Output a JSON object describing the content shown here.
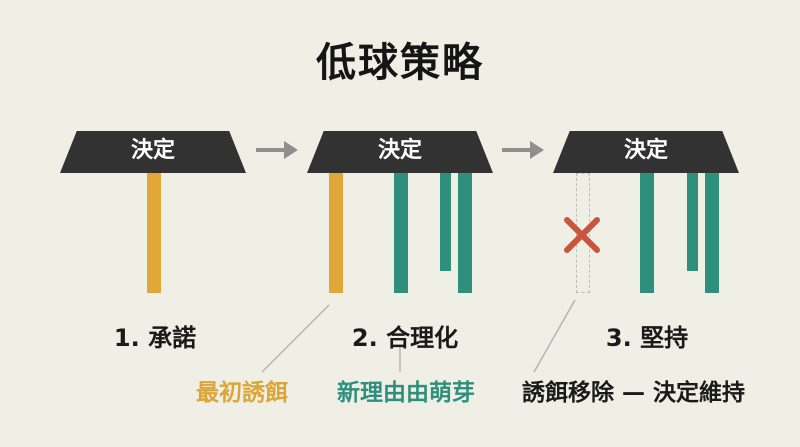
{
  "title": "低球策略",
  "tables": [
    {
      "label": "決定",
      "step_label": "1. 承諾"
    },
    {
      "label": "決定",
      "step_label": "2. 合理化"
    },
    {
      "label": "決定",
      "step_label": "3. 堅持"
    }
  ],
  "notes": {
    "bait": "最初誘餌",
    "new_reasons": "新理由由萌芽",
    "removed": "誘餌移除 — 決定維持"
  },
  "colors": {
    "tabletop": "#323232",
    "bait": "#e0a637",
    "reasons": "#2f8f7d",
    "cross": "#c9553f",
    "arrow": "#8f8f8f",
    "background": "#efefe6"
  },
  "icons": [
    "arrow-right-icon",
    "arrow-right-icon",
    "cross-icon"
  ]
}
